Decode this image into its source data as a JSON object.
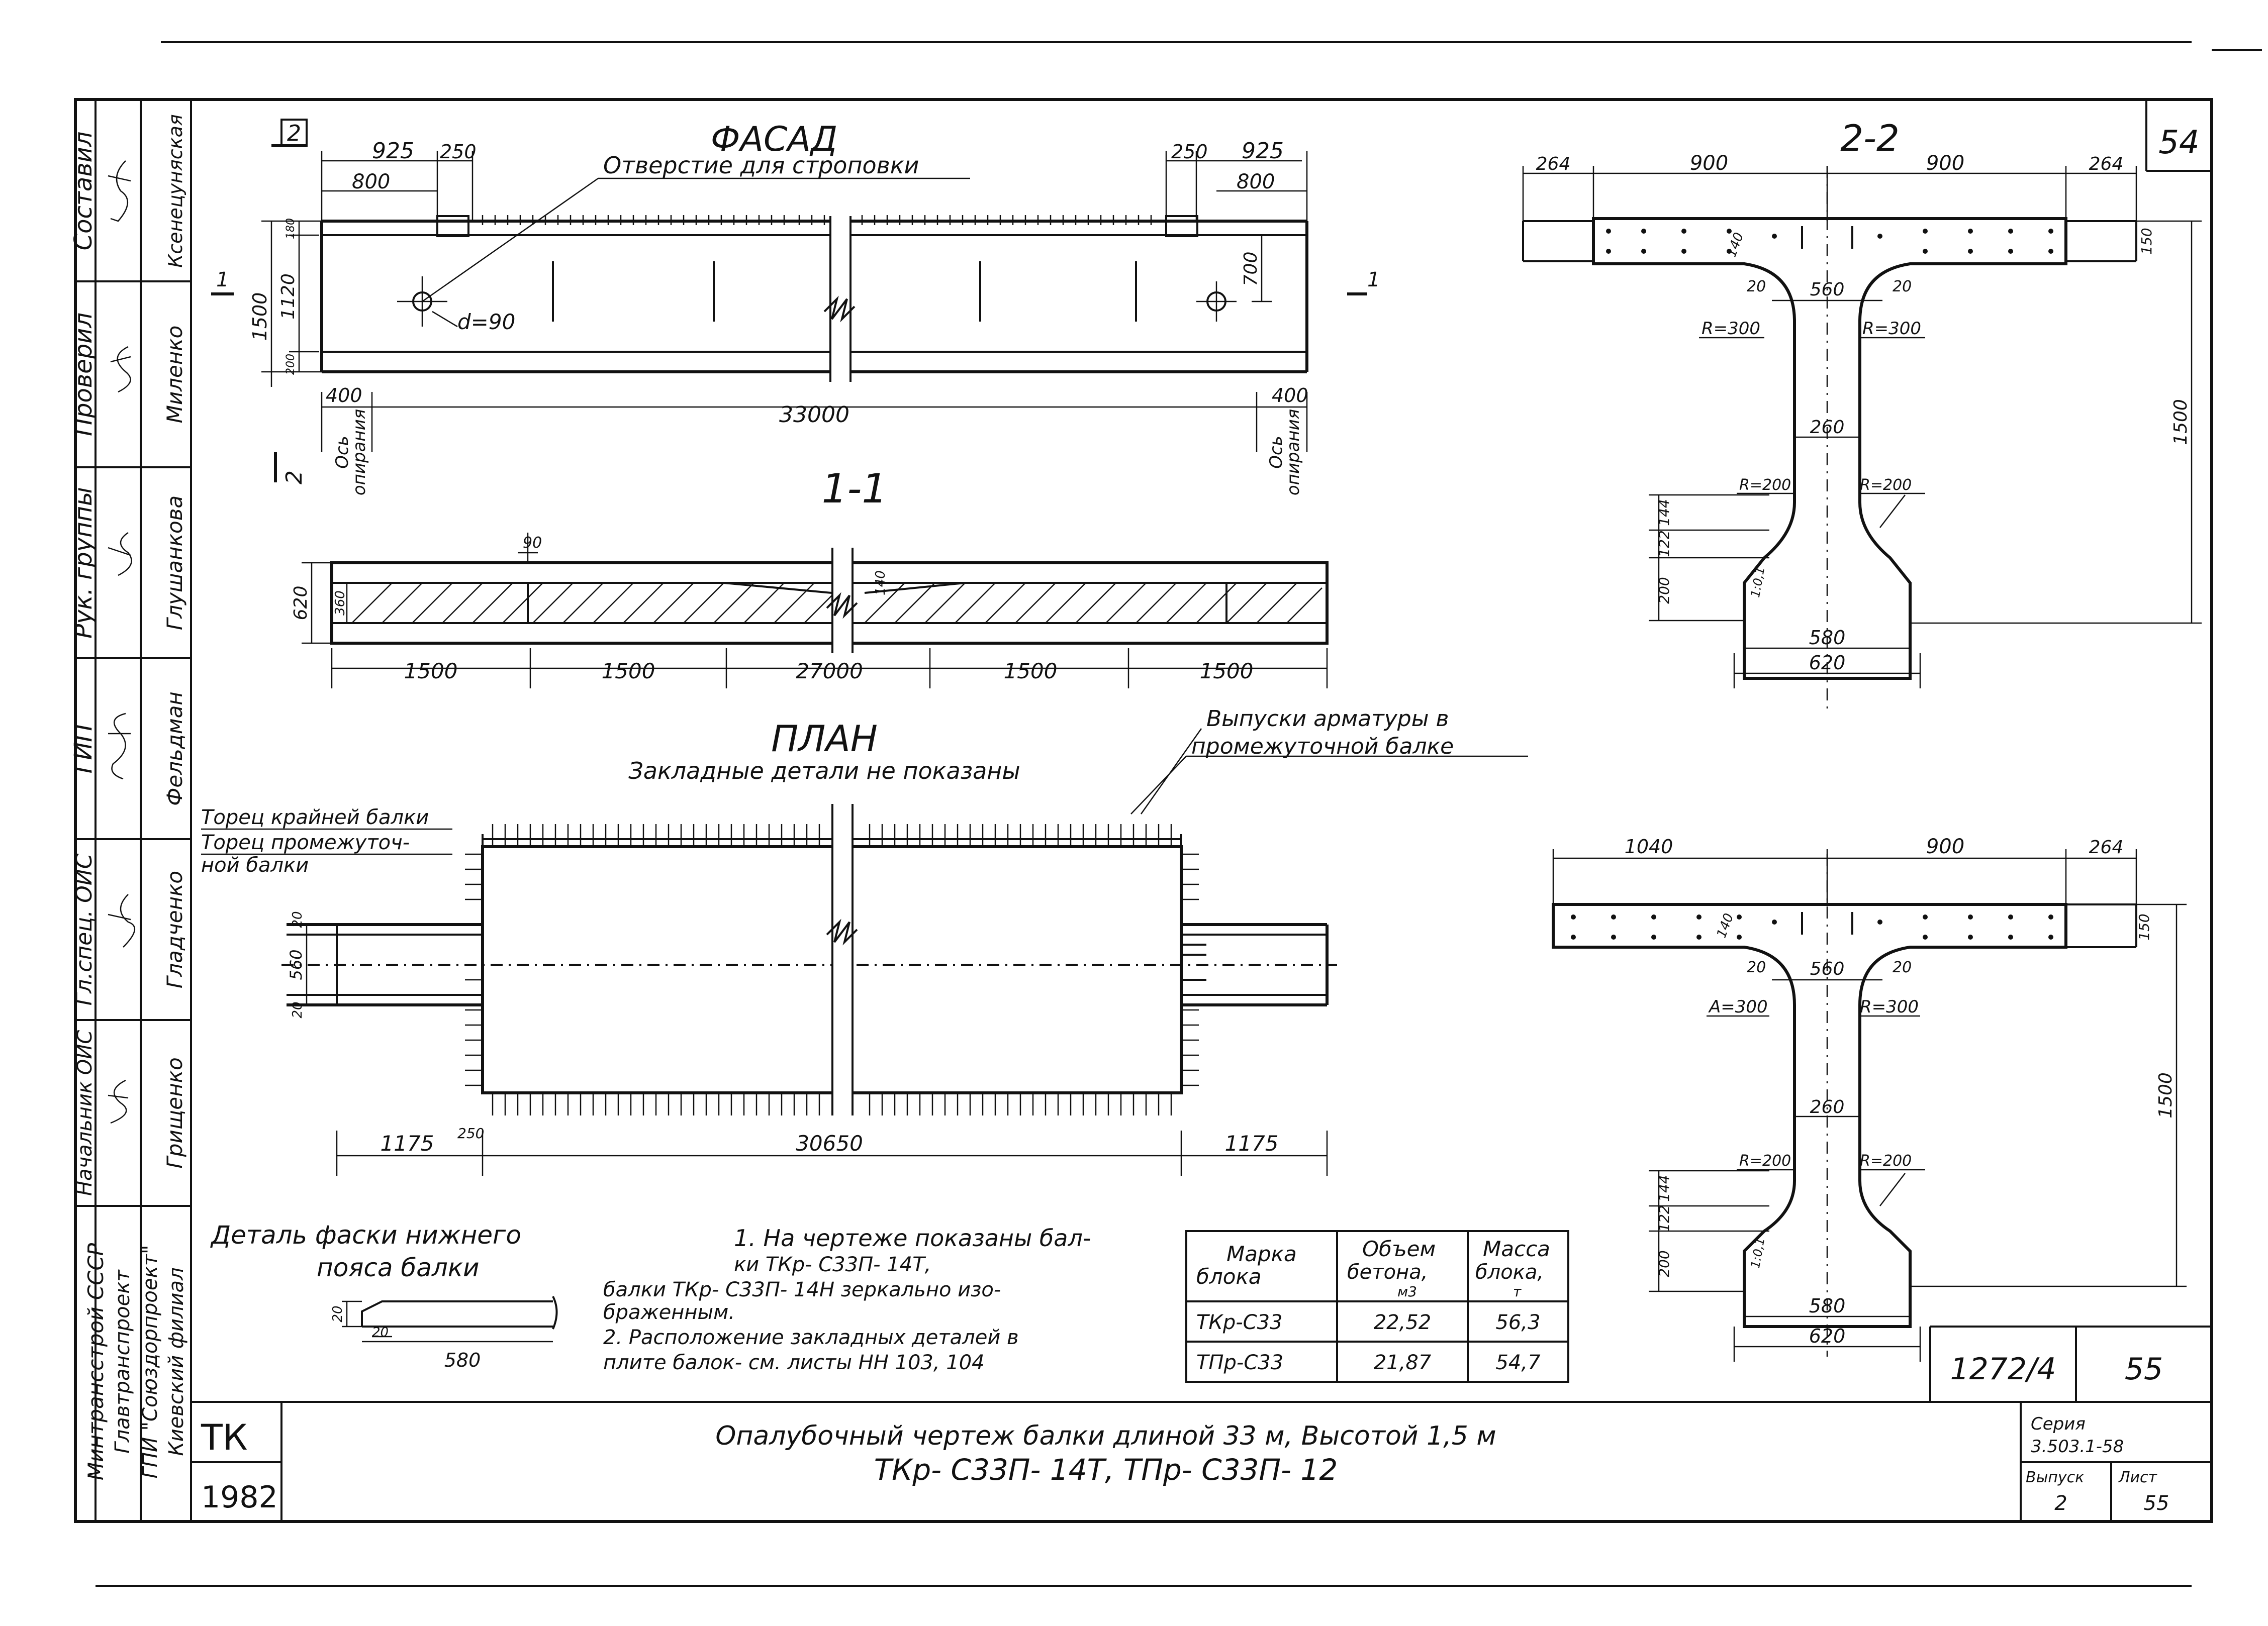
{
  "sheet_number": "54",
  "facade": {
    "title": "ФАСАД",
    "section_mark_top": "2",
    "section_mark_bottom": "2",
    "section_mark_side": "1",
    "dim_925": "925",
    "dim_250": "250",
    "dim_800": "800",
    "dim_800_right": "800",
    "hole_label": "Отверстие для строповки",
    "hole_diameter": "d=90",
    "dim_1500": "1500",
    "dim_1120": "1120",
    "dim_180": "180",
    "dim_200": "200",
    "dim_700": "700",
    "dim_400": "400",
    "dim_33000": "33000",
    "axis_label_1": "Ось",
    "axis_label_2": "опирания"
  },
  "section_1_1": {
    "title": "1-1",
    "dim_90": "90",
    "dim_620": "620",
    "dim_360": "360",
    "dim_140": "140",
    "dims": [
      "1500",
      "1500",
      "27000",
      "1500",
      "1500"
    ]
  },
  "plan": {
    "title": "ПЛАН",
    "subtitle": "Закладные детали не показаны",
    "label_rebar_1": "Выпуски арматуры в",
    "label_rebar_2": "промежуточной балке",
    "label_end_1": "Торец крайней балки",
    "label_end_2": "Торец промежуточ-",
    "label_end_3": "ной балки",
    "dim_20": "20",
    "dim_560": "560",
    "dim_250": "250",
    "dims": [
      "1175",
      "30650",
      "1175"
    ]
  },
  "section_2_2": {
    "title": "2-2",
    "dims_top": [
      "264",
      "900",
      "900",
      "264"
    ],
    "dim_150": "150",
    "dim_140": "140",
    "dim_560": "560",
    "dim_20": "20",
    "r300": "R=300",
    "dim_260": "260",
    "r200": "R=200",
    "dim_1500": "1500",
    "dims_left": [
      "144",
      "122",
      "200"
    ],
    "slope": "1:0,1",
    "dim_580": "580",
    "dim_620": "620"
  },
  "section_3": {
    "dims_top": [
      "1040",
      "900",
      "264"
    ],
    "dim_150": "150",
    "dim_140": "140",
    "dim_560": "560",
    "dim_20": "20",
    "r300_left": "A=300",
    "r300_right": "R=300",
    "dim_260": "260",
    "r200": "R=200",
    "dim_1500": "1500",
    "dims_left": [
      "144",
      "122",
      "200"
    ],
    "slope": "1:0,1",
    "dim_580": "580",
    "dim_620": "620"
  },
  "detail": {
    "title_1": "Деталь фаски нижнего",
    "title_2": "пояса балки",
    "dim_20a": "20",
    "dim_20b": "20",
    "dim_580": "580"
  },
  "notes": {
    "n1_a": "1. На чертеже показаны бал-",
    "n1_b": "ки ТКр- С33П- 14Т,",
    "n1_c": "балки ТКр- С33П- 14Н зеркально изо-",
    "n1_d": "браженным.",
    "n2_a": "2. Расположение закладных деталей в",
    "n2_b": "плите балок- см. листы НН 103, 104"
  },
  "table": {
    "headers": [
      [
        "Марка",
        "блока"
      ],
      [
        "Объем",
        "бетона,",
        "м3"
      ],
      [
        "Масса",
        "блока,",
        "т"
      ]
    ],
    "rows": [
      [
        "ТКр-С33",
        "22,52",
        "56,3"
      ],
      [
        "ТПр-С33",
        "21,87",
        "54,7"
      ]
    ]
  },
  "side_stamp": {
    "roles": [
      "Составил",
      "Проверил",
      "Рук. группы",
      "ГИП",
      "Гл.спец. ОИС",
      "Начальник ОИС"
    ],
    "signatures": [
      "",
      "",
      "",
      "",
      "",
      ""
    ],
    "names": [
      "Ксенецуняская",
      "Миленко",
      "Глушанкова",
      "Фельдман",
      "Гладченко",
      "Грищенко"
    ],
    "org_1": "Минтрансстрой СССР",
    "org_2": "Главтранспроект",
    "org_3": "ГПИ \"Союздорпроект\"",
    "org_4": "Киевский филиал"
  },
  "title_block": {
    "code": "ТК",
    "year": "1982",
    "title_1": "Опалубочный чертеж балки длиной 33 м, Высотой 1,5 м",
    "title_2": "ТКр- С33П- 14Т, ТПр- С33П- 12",
    "doc_number": "1272/4",
    "page": "55",
    "series_label": "Серия",
    "series_value": "3.503.1-58",
    "issue_label": "Выпуск",
    "issue_value": "2",
    "sheet_label": "Лист",
    "sheet_value": "55"
  }
}
